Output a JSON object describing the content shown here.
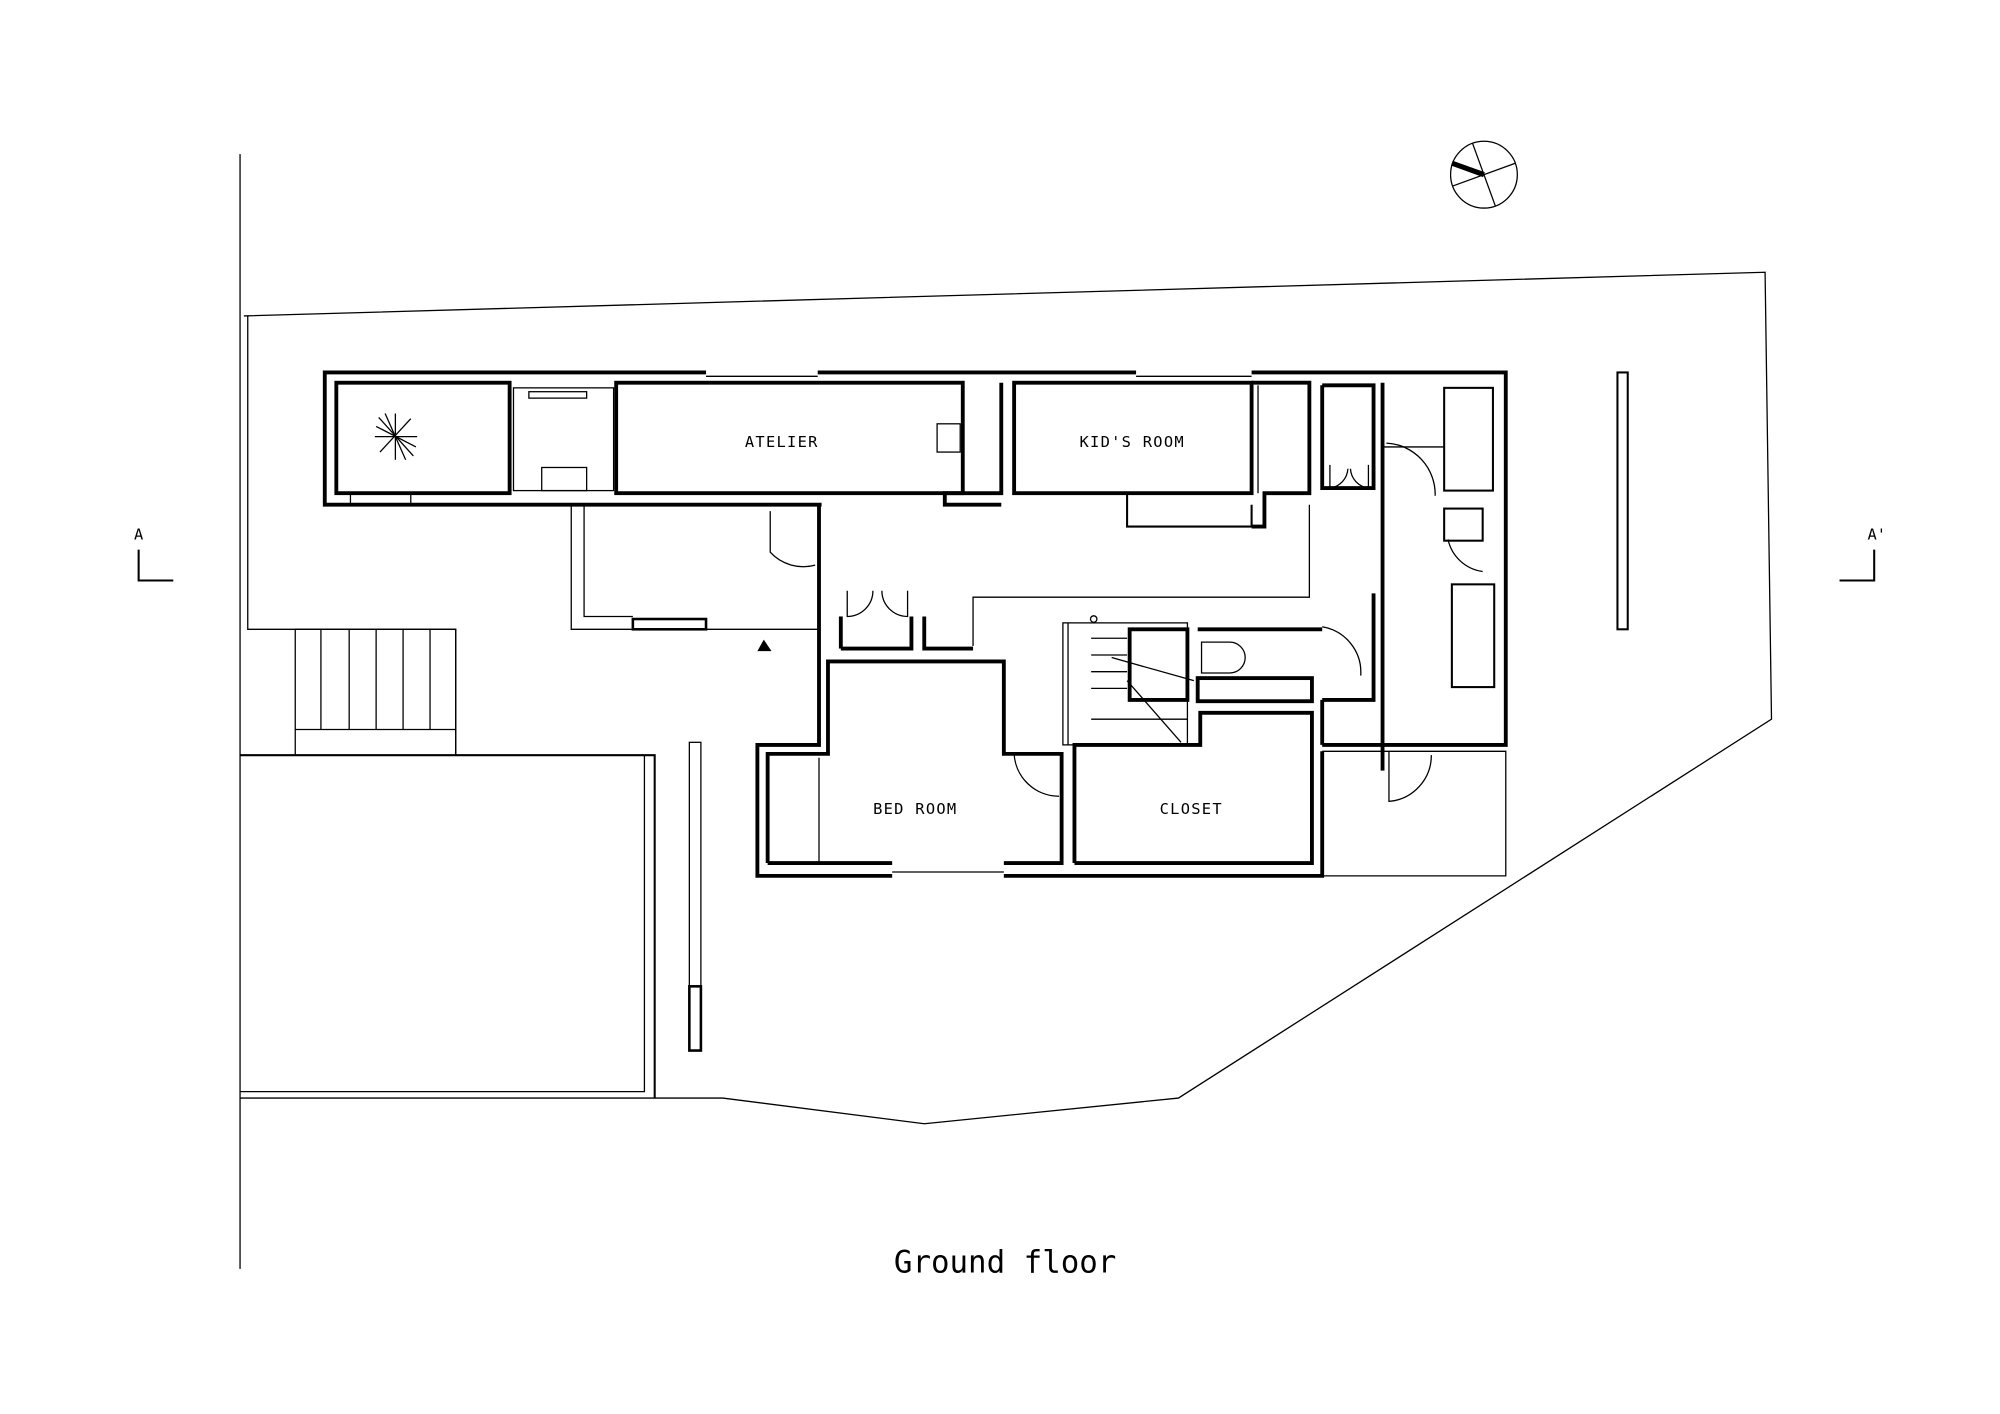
{
  "drawing": {
    "title": "Ground floor",
    "rooms": {
      "atelier": "ATELIER",
      "kids_room": "KID'S ROOM",
      "bed_room": "BED ROOM",
      "closet": "CLOSET"
    },
    "section_marks": {
      "left": "A",
      "right": "A'"
    },
    "icons": [
      "north-arrow-icon",
      "entrance-triangle-icon",
      "tree-symbol-icon",
      "toilet-icon"
    ]
  }
}
